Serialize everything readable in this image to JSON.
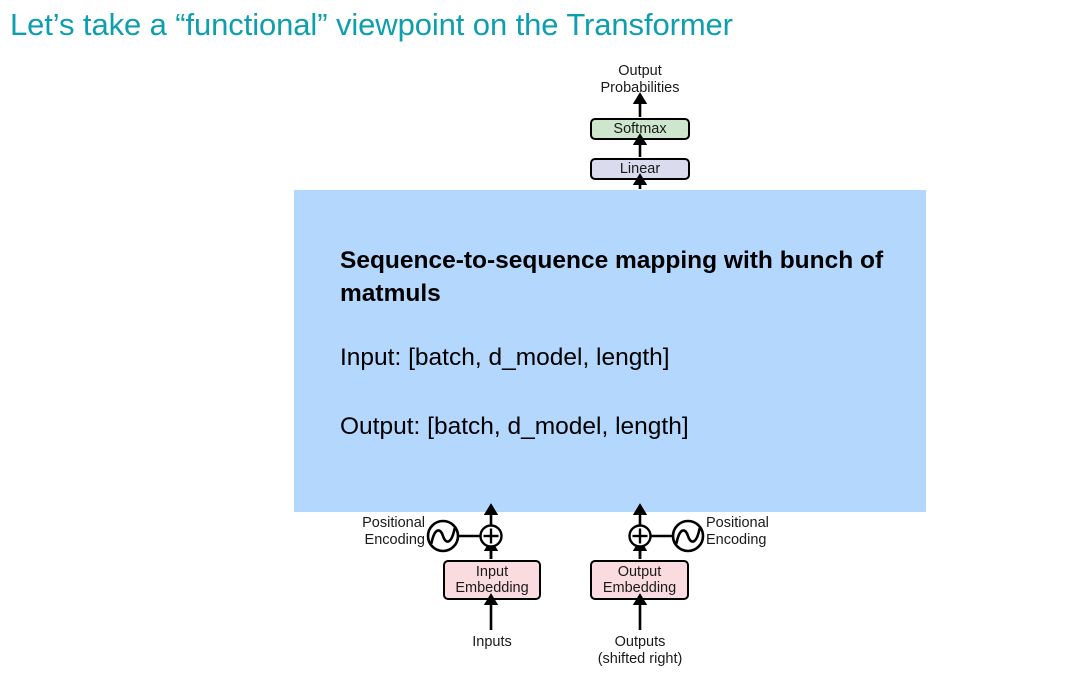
{
  "slide": {
    "title": "Let’s take a “functional” viewpoint on the Transformer",
    "title_color": "#0E9FAF",
    "background": "#ffffff"
  },
  "panel": {
    "color": "#B4D7FD",
    "heading": "Sequence-to-sequence mapping with bunch of matmuls",
    "input_line": "Input:  [batch, d_model, length]",
    "output_line": "Output: [batch, d_model, length]"
  },
  "diagram": {
    "top": {
      "output_probabilities": "Output\nProbabilities",
      "softmax_label": "Softmax",
      "softmax_color": "#CDE6CD",
      "linear_label": "Linear",
      "linear_color": "#DADBEC"
    },
    "bottom": {
      "positional_encoding_left": "Positional\nEncoding",
      "positional_encoding_right": "Positional\nEncoding",
      "input_embedding_label": "Input\nEmbedding",
      "output_embedding_label": "Output\nEmbedding",
      "embedding_color": "#FADCE0",
      "inputs_label": "Inputs",
      "outputs_label": "Outputs\n(shifted right)",
      "add_symbol": "⊕"
    }
  }
}
